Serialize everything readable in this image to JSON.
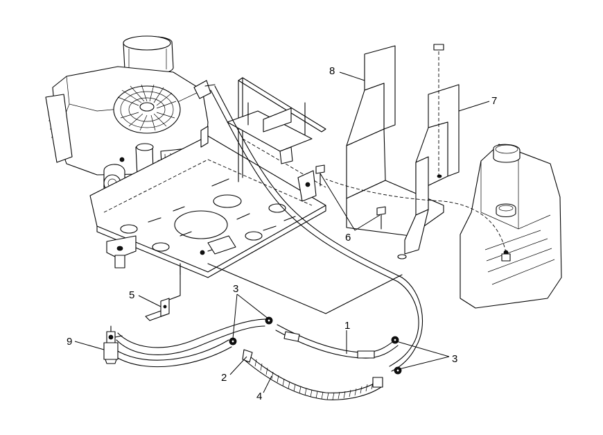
{
  "callouts": [
    {
      "id": "fuel-hose",
      "label": "1"
    },
    {
      "id": "fuel-hose-short",
      "label": "2"
    },
    {
      "id": "hose-clamp-left",
      "label": "3"
    },
    {
      "id": "hose-clamp-right",
      "label": "3"
    },
    {
      "id": "spiral-guard",
      "label": "4"
    },
    {
      "id": "mount-bracket",
      "label": "5"
    },
    {
      "id": "shield-bolt",
      "label": "6"
    },
    {
      "id": "rear-shield",
      "label": "7"
    },
    {
      "id": "front-shield",
      "label": "8"
    },
    {
      "id": "fuel-filter",
      "label": "9"
    }
  ],
  "colors": {
    "line": "#000000",
    "background": "#ffffff"
  }
}
